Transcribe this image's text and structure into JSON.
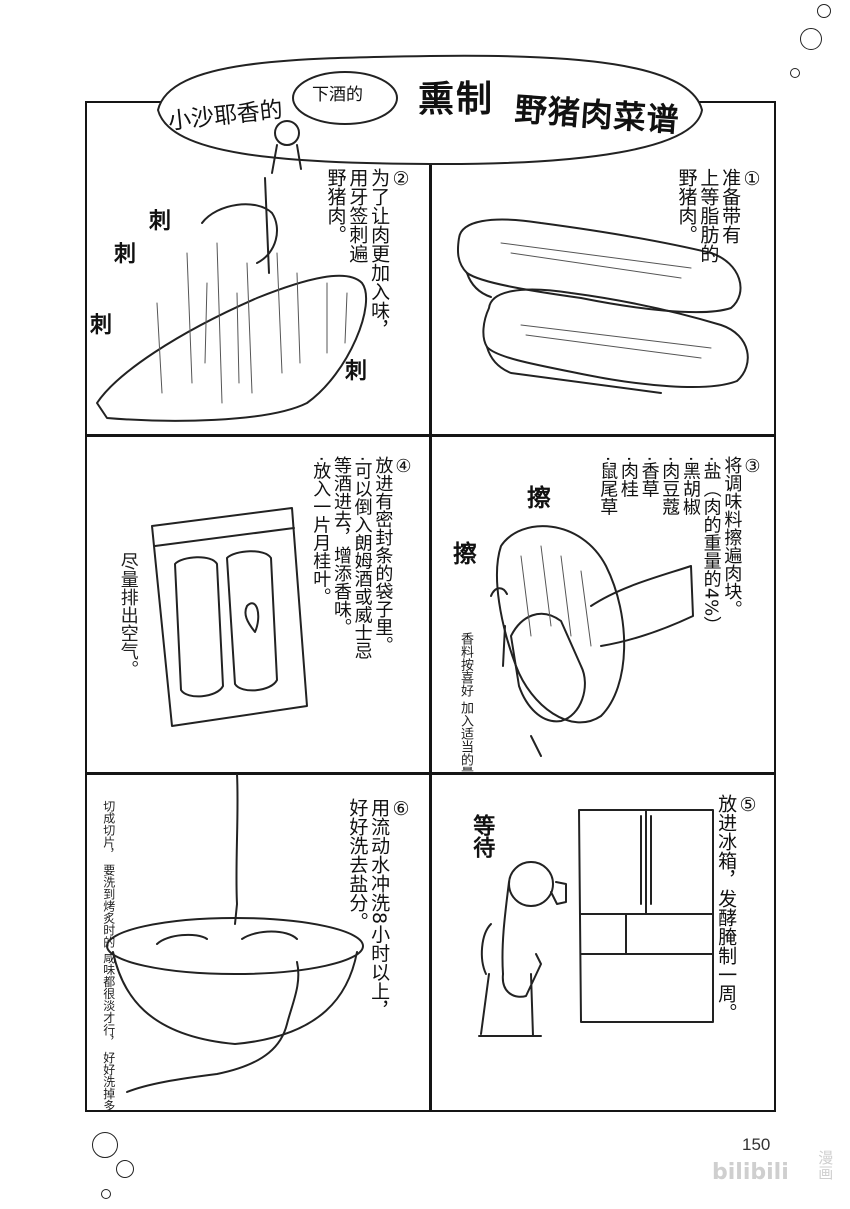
{
  "title": {
    "part1": "小沙耶香的",
    "part2": "下酒的",
    "part3": "熏制",
    "part4": "野猪肉菜谱"
  },
  "steps": [
    {
      "lines": [
        "①",
        "准备带有",
        "上等脂肪的",
        "野猪肉。"
      ]
    },
    {
      "lines": [
        "②",
        "为了让肉更加入味，",
        "用牙签刺遍",
        "野猪肉。"
      ]
    },
    {
      "lines": [
        "③",
        "将调味料擦遍肉块。",
        "·盐（肉的重量的4%）",
        "·黑胡椒",
        "·肉豆蔻",
        "·香草",
        "·肉桂",
        "·鼠尾草"
      ]
    },
    {
      "lines": [
        "④",
        "放进有密封条的袋子里。",
        "·可以倒入朗姆酒或威士忌",
        "等酒进去，增添香味。",
        "·放入一片月桂叶。"
      ]
    },
    {
      "lines": [
        "⑤",
        "放进冰箱，发酵腌制一周。"
      ]
    },
    {
      "lines": [
        "⑥",
        "用流动水冲洗8小时以上，",
        "好好洗去盐分。"
      ]
    }
  ],
  "sfx": {
    "stab": "刺",
    "rub": "擦",
    "wait": "等待"
  },
  "notes": {
    "spice": [
      "香料按喜好",
      "加入适当的量。"
    ],
    "air": "尽量排出空气。",
    "slice": [
      "切成切片，",
      "要洗到烤炙时的",
      "咸味都很淡才行，",
      "好好洗掉多余的盐分。"
    ]
  },
  "page_number": "150",
  "watermark": {
    "brand": "bilibili",
    "label": "漫画"
  }
}
